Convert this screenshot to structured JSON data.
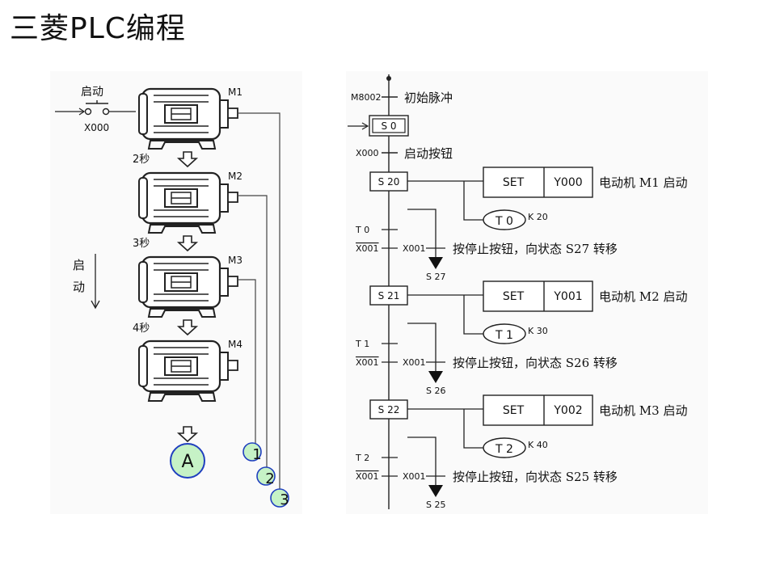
{
  "title": "三菱PLC编程",
  "left": {
    "start_label": "启动",
    "input_label": "X000",
    "motors": [
      "M1",
      "M2",
      "M3",
      "M4"
    ],
    "delays": [
      "2秒",
      "3秒",
      "4秒"
    ],
    "direction_label": [
      "启",
      "动"
    ],
    "connector": "A",
    "circles": [
      "1",
      "2",
      "3"
    ]
  },
  "right": {
    "init_contact": "M8002",
    "init_text": "初始脉冲",
    "s0": "S  0",
    "start_contact": "X000",
    "start_text": "启动按钮",
    "steps": [
      {
        "state": "S 20",
        "set": "SET",
        "out": "Y000",
        "desc": "电动机 M1 启动",
        "timer": "T  0",
        "k": "K 20",
        "tcontact": "T  0",
        "x": "X001",
        "x2": "X001",
        "jump_text": "按停止按钮，向状态 S27 转移",
        "target": "S 27"
      },
      {
        "state": "S 21",
        "set": "SET",
        "out": "Y001",
        "desc": "电动机 M2 启动",
        "timer": "T  1",
        "k": "K 30",
        "tcontact": "T  1",
        "x": "X001",
        "x2": "X001",
        "jump_text": "按停止按钮，向状态 S26 转移",
        "target": "S 26"
      },
      {
        "state": "S 22",
        "set": "SET",
        "out": "Y002",
        "desc": "电动机 M3 启动",
        "timer": "T  2",
        "k": "K 40",
        "tcontact": "T  2",
        "x": "X001",
        "x2": "X001",
        "jump_text": "按停止按钮，向状态 S25 转移",
        "target": "S 25"
      }
    ]
  }
}
